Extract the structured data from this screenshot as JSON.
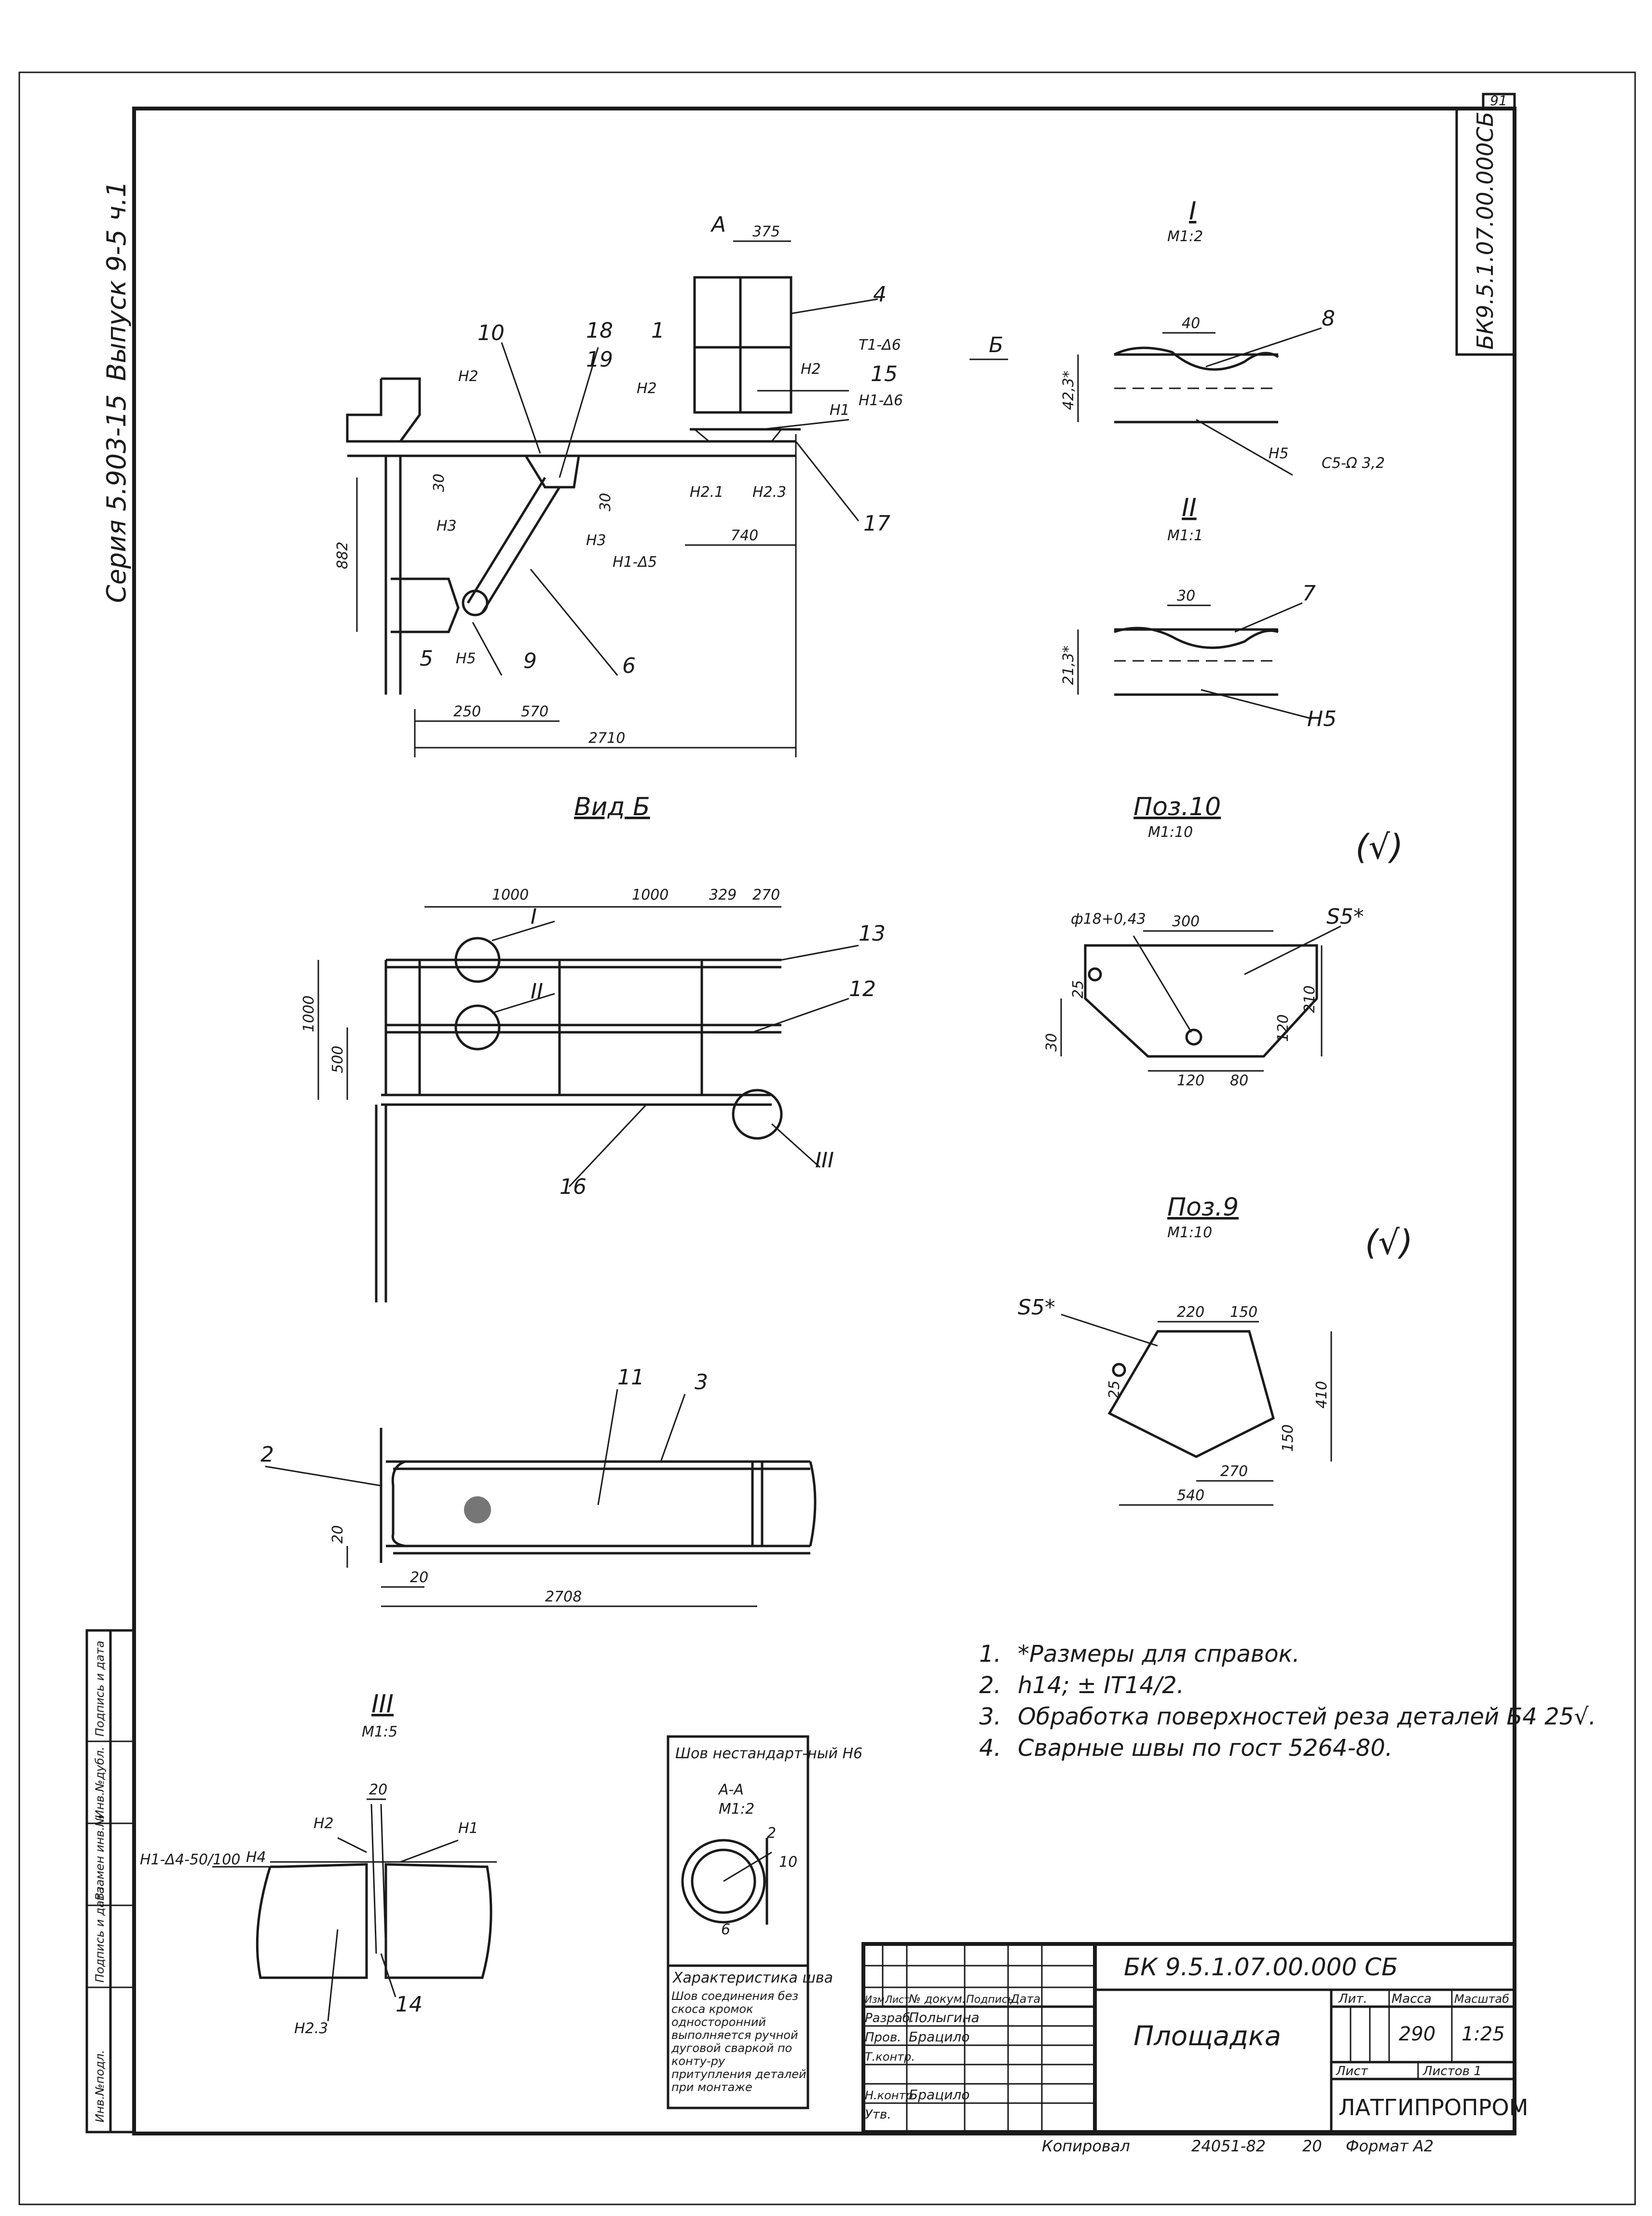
{
  "sheet": {
    "page_number": "91",
    "doc_code_vertical": "БК9.5.1.07.00.000СБ",
    "series": "Серия 5.903-15",
    "issue": "Выпуск 9-5  ч.1"
  },
  "views": {
    "section_I": {
      "title": "I",
      "scale": "М1:2"
    },
    "section_II": {
      "title": "II",
      "scale": "М1:1"
    },
    "section_III": {
      "title": "III",
      "scale": "М1:5"
    },
    "view_B": {
      "title": "Вид Б"
    },
    "pos10": {
      "title": "Поз.10",
      "scale": "М1:10"
    },
    "pos9": {
      "title": "Поз.9",
      "scale": "М1:10"
    },
    "arrow_B": "Б",
    "arrow_A": "А"
  },
  "roughness_symbol": "(√)",
  "dims": {
    "plan": [
      "375",
      "30",
      "30",
      "882",
      "740",
      "250",
      "570",
      "2710"
    ],
    "section_I": [
      "40",
      "42,3*"
    ],
    "section_II": [
      "30",
      "21,3*"
    ],
    "view_B": [
      "1000",
      "1000",
      "329",
      "270",
      "1000",
      "500"
    ],
    "pos10": [
      "ф18+0,43",
      "300",
      "S5*",
      "25",
      "210",
      "120",
      "30",
      "120",
      "80"
    ],
    "pos9": [
      "S5*",
      "220",
      "150",
      "25",
      "410",
      "150",
      "270",
      "540"
    ],
    "bottom": [
      "20",
      "20",
      "2708"
    ],
    "detail_III": [
      "20"
    ]
  },
  "callouts": {
    "plan": [
      "10",
      "18",
      "19",
      "1",
      "4",
      "Т1-Δ6",
      "15",
      "Н1-Δ6",
      "17",
      "Н2",
      "Н2",
      "Н2",
      "Н1",
      "Н2.1",
      "Н2.3",
      "Н3",
      "Н3",
      "Н1-Δ5",
      "5",
      "Н5",
      "9",
      "6"
    ],
    "section_I": [
      "8",
      "Н5",
      "С5-Ω 3,2"
    ],
    "section_II": [
      "7",
      "Н5"
    ],
    "view_B": [
      "13",
      "12",
      "I",
      "II",
      "16",
      "III"
    ],
    "bottom": [
      "11",
      "3",
      "2"
    ],
    "detail_III": [
      "Н2",
      "Н1",
      "Н1-Δ4-50/100",
      "Н4",
      "Н2.3",
      "14"
    ]
  },
  "weld_note": {
    "header": "Шов нестандарт-ный Н6",
    "section": "А-А",
    "scale": "М1:2",
    "dims": [
      "2",
      "10",
      "6"
    ],
    "char_title": "Характеристика шва",
    "char_text": "Шов соединения без скоса кромок односторонний выполняется ручной дуговой сваркой по конту-ру притупления деталей при монтаже"
  },
  "notes": [
    {
      "num": "1.",
      "text": "*Размеры для справок."
    },
    {
      "num": "2.",
      "text": "h14; ± IT14/2."
    },
    {
      "num": "3.",
      "text": "Обработка поверхностей реза деталей Б4 25√."
    },
    {
      "num": "4.",
      "text": "Сварные швы по гост 5264-80."
    }
  ],
  "side_stamp": [
    "Инв.№подл.",
    "Подпись и дата",
    "Взамен инв.№",
    "Инв.№дубл.",
    "Подпись и дата"
  ],
  "title_block": {
    "code": "БК 9.5.1.07.00.000 СБ",
    "name": "Площадка",
    "col_headers": [
      "Изм.",
      "Лист",
      "№ докум.",
      "Подпись",
      "Дата"
    ],
    "rows": [
      {
        "role": "Разраб.",
        "name": "Полыгина",
        "sign": ""
      },
      {
        "role": "Пров.",
        "name": "Брацило",
        "sign": ""
      },
      {
        "role": "Т.контр.",
        "name": "",
        "sign": ""
      },
      {
        "role": "",
        "name": "",
        "sign": ""
      },
      {
        "role": "Н.контр.",
        "name": "Брацило",
        "sign": ""
      },
      {
        "role": "Утв.",
        "name": "",
        "sign": ""
      }
    ],
    "lit_label": "Лит.",
    "mass_label": "Масса",
    "scale_label": "Масштаб",
    "mass": "290",
    "scale": "1:25",
    "sheet_label": "Лист",
    "sheets_label": "Листов 1",
    "org": "ЛАТГИПРОПРОМ"
  },
  "footer": {
    "copied": "Копировал",
    "gost": "24051-82",
    "num": "20",
    "format": "Формат А2"
  }
}
